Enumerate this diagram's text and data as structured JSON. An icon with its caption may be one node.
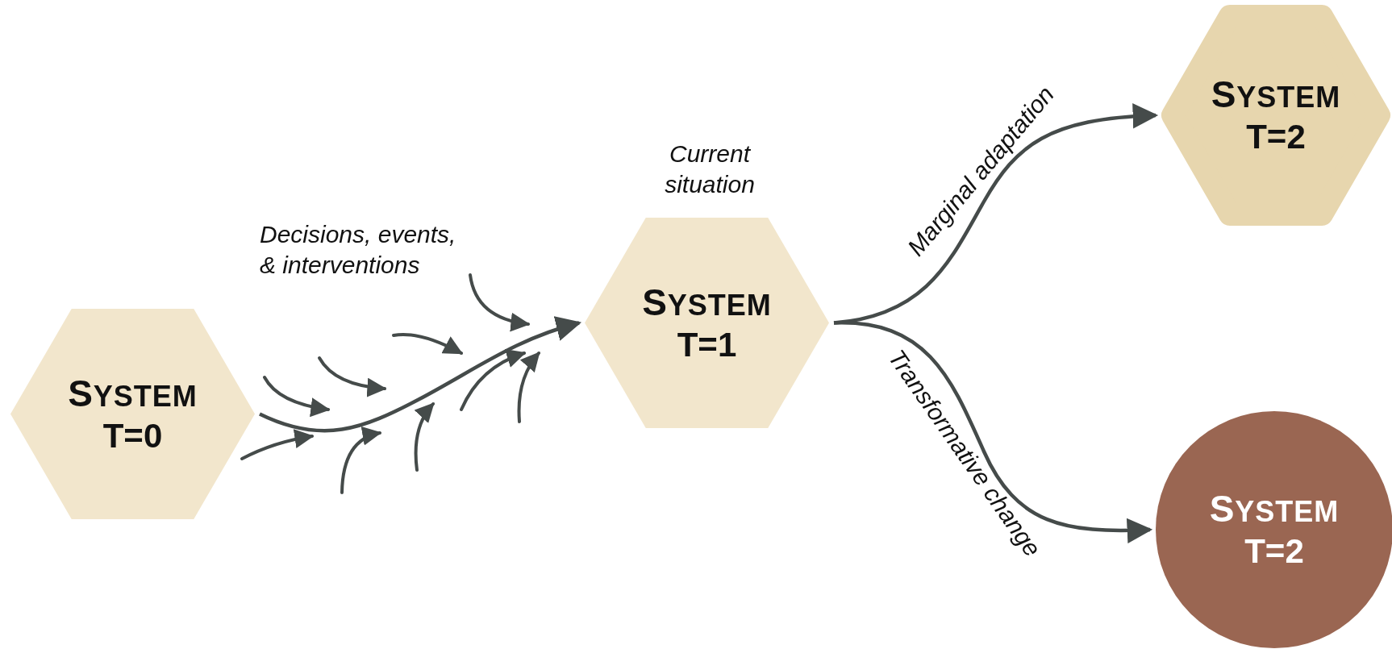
{
  "diagram": {
    "nodes": [
      {
        "text": [
          "SYSTEM",
          "T=0"
        ]
      },
      {
        "text": [
          "SYSTEM",
          "T=1"
        ],
        "beside": [
          "Current situation"
        ]
      },
      {
        "text": [
          "SYSTEM",
          "T=2"
        ]
      },
      {
        "text": [
          "SYSTEM",
          "T=2"
        ]
      }
    ],
    "edges": [
      {
        "from": 0,
        "to": 1,
        "arrow": "to"
      },
      {
        "from": 1,
        "to": 2,
        "arrow": "to",
        "label": "Marginal adaptation"
      },
      {
        "from": 1,
        "to": 3,
        "arrow": "to",
        "label": "Transformative change"
      }
    ],
    "labels": [
      "Decisions, events, & interventions"
    ]
  }
}
